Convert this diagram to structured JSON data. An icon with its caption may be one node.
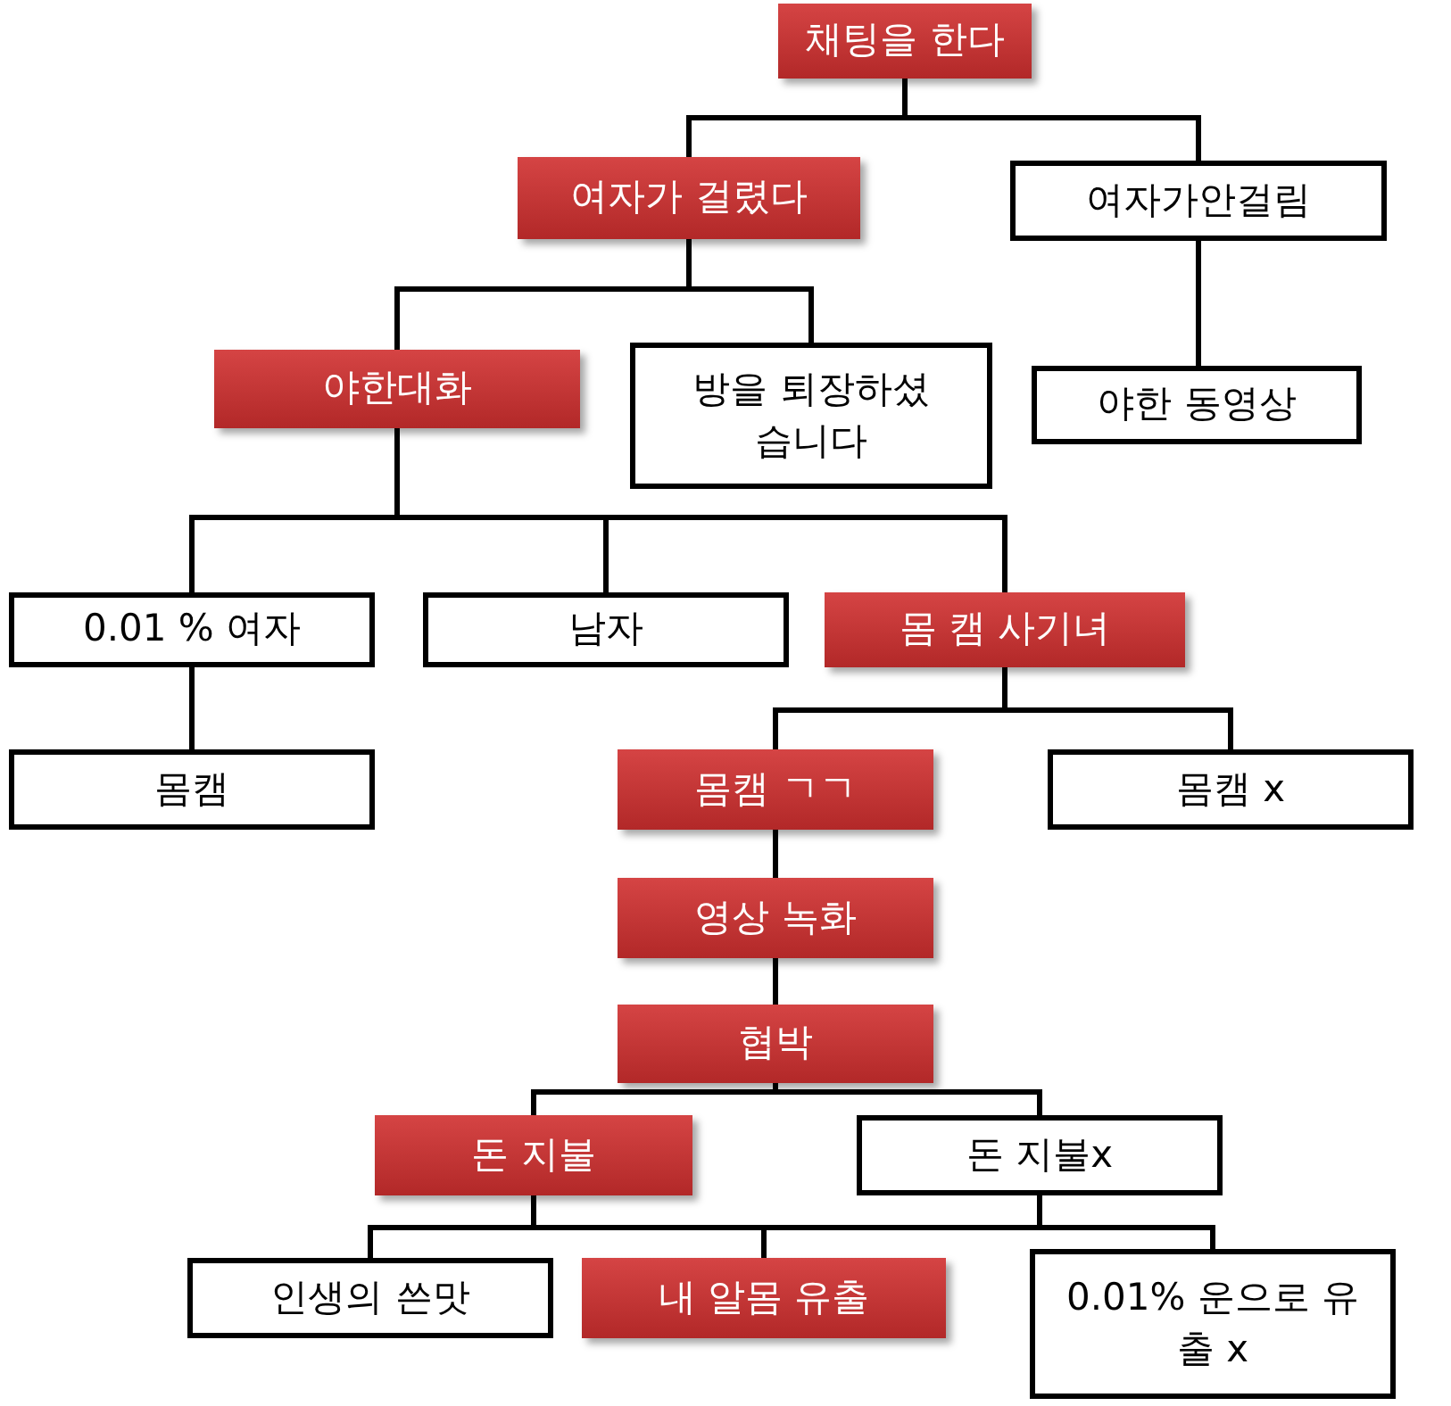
{
  "diagram": {
    "nodes": [
      {
        "text": [
          "채팅을 한다"
        ]
      },
      {
        "text": [
          "여자가 걸렸다"
        ]
      },
      {
        "text": [
          "여자가안걸림"
        ]
      },
      {
        "text": [
          "야한대화"
        ]
      },
      {
        "text": [
          "방을 퇴장하셨 습니다"
        ]
      },
      {
        "text": [
          "야한 동영상"
        ]
      },
      {
        "text": [
          "0.01 % 여자"
        ]
      },
      {
        "text": [
          "남자"
        ]
      },
      {
        "text": [
          "몸 캠 사기녀"
        ]
      },
      {
        "text": [
          "몸캠"
        ]
      },
      {
        "text": [
          "몸캠 ㄱㄱ"
        ]
      },
      {
        "text": [
          "몸캠 x"
        ]
      },
      {
        "text": [
          "영상 녹화"
        ]
      },
      {
        "text": [
          "협박"
        ]
      },
      {
        "text": [
          "돈 지불"
        ]
      },
      {
        "text": [
          "돈 지불x"
        ]
      },
      {
        "text": [
          "인생의 쓴맛"
        ]
      },
      {
        "text": [
          "내 알몸 유출"
        ]
      },
      {
        "text": [
          "0.01% 운으로 유출 x"
        ]
      }
    ],
    "edges": [
      {
        "from": 0,
        "to": 1,
        "arrow": "none"
      },
      {
        "from": 0,
        "to": 2,
        "arrow": "none"
      },
      {
        "from": 1,
        "to": 3,
        "arrow": "none"
      },
      {
        "from": 1,
        "to": 4,
        "arrow": "none"
      },
      {
        "from": 2,
        "to": 5,
        "arrow": "none"
      },
      {
        "from": 3,
        "to": 6,
        "arrow": "none"
      },
      {
        "from": 3,
        "to": 7,
        "arrow": "none"
      },
      {
        "from": 3,
        "to": 8,
        "arrow": "none"
      },
      {
        "from": 6,
        "to": 9,
        "arrow": "none"
      },
      {
        "from": 8,
        "to": 10,
        "arrow": "none"
      },
      {
        "from": 8,
        "to": 11,
        "arrow": "none"
      },
      {
        "from": 10,
        "to": 12,
        "arrow": "none"
      },
      {
        "from": 12,
        "to": 13,
        "arrow": "none"
      },
      {
        "from": 13,
        "to": 14,
        "arrow": "none"
      },
      {
        "from": 13,
        "to": 15,
        "arrow": "none"
      },
      {
        "from": 14,
        "to": 16,
        "arrow": "none"
      },
      {
        "from": 14,
        "to": 17,
        "arrow": "none"
      },
      {
        "from": 14,
        "to": 18,
        "arrow": "none"
      },
      {
        "from": 15,
        "to": 16,
        "arrow": "none"
      },
      {
        "from": 15,
        "to": 17,
        "arrow": "none"
      },
      {
        "from": 15,
        "to": 18,
        "arrow": "none"
      }
    ]
  }
}
